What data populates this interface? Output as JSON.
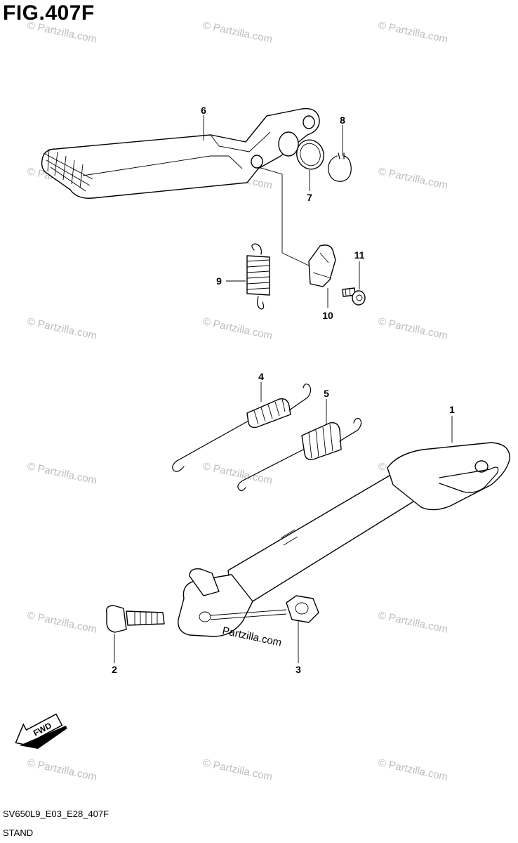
{
  "figure": {
    "title": "FIG.407F"
  },
  "footer": {
    "code": "SV650L9_E03_E28_407F",
    "name": "STAND"
  },
  "watermark": {
    "text": "© Partzilla.com",
    "inline_text": "Partzilla.com"
  },
  "fwd_label": "FWD",
  "callouts": [
    "1",
    "2",
    "3",
    "4",
    "5",
    "6",
    "7",
    "8",
    "9",
    "10",
    "11"
  ]
}
